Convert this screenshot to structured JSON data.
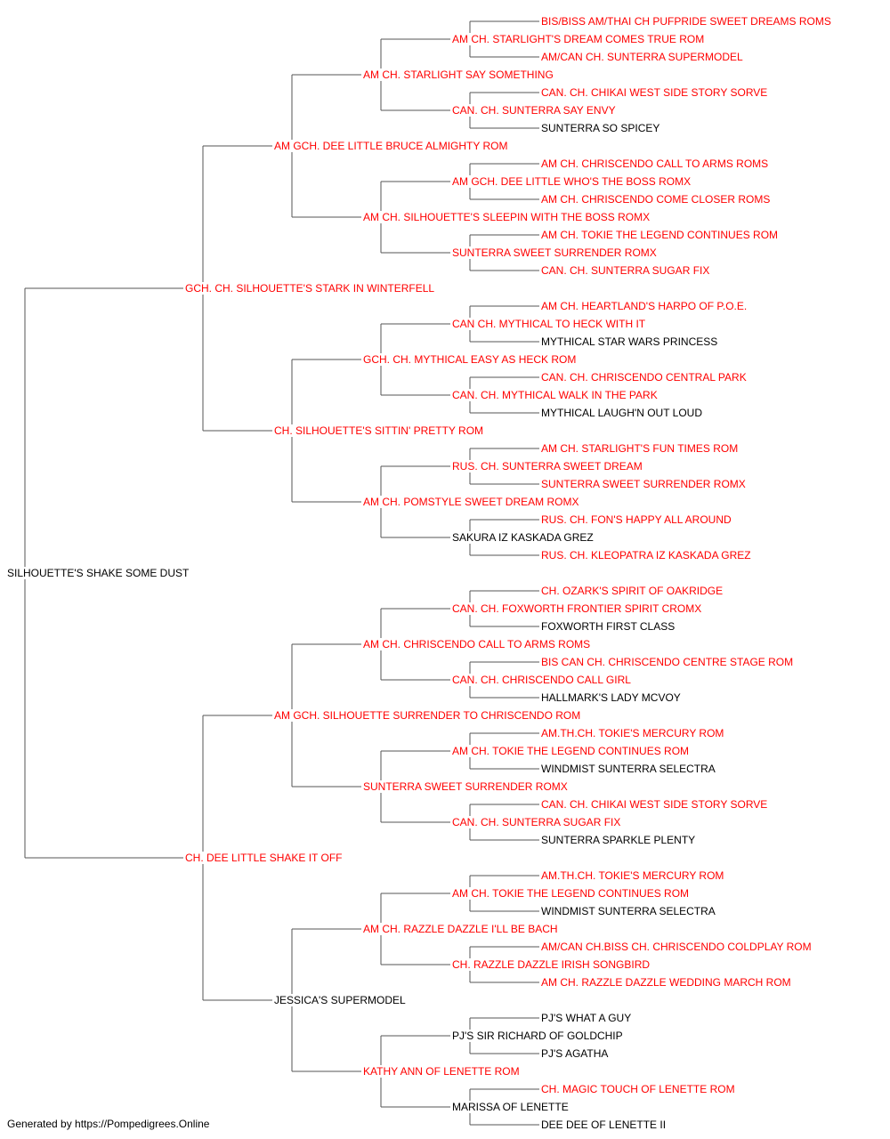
{
  "colors": {
    "champion": "#ff0000",
    "regular": "#000000",
    "connector": "#555555"
  },
  "pedigree": {
    "name": "SILHOUETTE'S SHAKE SOME DUST",
    "champion": false,
    "sire": {
      "name": "GCH. CH. SILHOUETTE'S STARK IN WINTERFELL",
      "champion": true,
      "sire": {
        "name": "AM GCH. DEE LITTLE BRUCE ALMIGHTY ROM",
        "champion": true,
        "sire": {
          "name": "AM CH. STARLIGHT SAY SOMETHING",
          "champion": true,
          "sire": {
            "name": "AM CH. STARLIGHT'S DREAM COMES TRUE ROM",
            "champion": true,
            "sire": {
              "name": "BIS/BISS AM/THAI CH PUFPRIDE SWEET DREAMS ROMS",
              "champion": true
            },
            "dam": {
              "name": "AM/CAN CH. SUNTERRA SUPERMODEL",
              "champion": true
            }
          },
          "dam": {
            "name": "CAN. CH. SUNTERRA SAY ENVY",
            "champion": true,
            "sire": {
              "name": "CAN. CH. CHIKAI WEST SIDE STORY SORVE",
              "champion": true
            },
            "dam": {
              "name": "SUNTERRA SO SPICEY",
              "champion": false
            }
          }
        },
        "dam": {
          "name": "AM CH. SILHOUETTE'S SLEEPIN WITH THE BOSS ROMX",
          "champion": true,
          "sire": {
            "name": "AM GCH. DEE LITTLE WHO'S THE BOSS ROMX",
            "champion": true,
            "sire": {
              "name": "AM CH. CHRISCENDO CALL TO ARMS ROMS",
              "champion": true
            },
            "dam": {
              "name": "AM CH. CHRISCENDO COME CLOSER ROMS",
              "champion": true
            }
          },
          "dam": {
            "name": "SUNTERRA SWEET SURRENDER ROMX",
            "champion": true,
            "sire": {
              "name": "AM CH. TOKIE THE LEGEND CONTINUES ROM",
              "champion": true
            },
            "dam": {
              "name": "CAN. CH. SUNTERRA SUGAR FIX",
              "champion": true
            }
          }
        }
      },
      "dam": {
        "name": "CH. SILHOUETTE'S SITTIN' PRETTY ROM",
        "champion": true,
        "sire": {
          "name": "GCH. CH. MYTHICAL EASY AS HECK ROM",
          "champion": true,
          "sire": {
            "name": "CAN CH. MYTHICAL TO HECK WITH IT",
            "champion": true,
            "sire": {
              "name": "AM CH. HEARTLAND'S HARPO OF P.O.E.",
              "champion": true
            },
            "dam": {
              "name": "MYTHICAL STAR WARS PRINCESS",
              "champion": false
            }
          },
          "dam": {
            "name": "CAN. CH. MYTHICAL WALK IN THE PARK",
            "champion": true,
            "sire": {
              "name": "CAN. CH. CHRISCENDO CENTRAL PARK",
              "champion": true
            },
            "dam": {
              "name": "MYTHICAL LAUGH'N OUT LOUD",
              "champion": false
            }
          }
        },
        "dam": {
          "name": "AM CH. POMSTYLE SWEET DREAM ROMX",
          "champion": true,
          "sire": {
            "name": "RUS. CH. SUNTERRA SWEET DREAM",
            "champion": true,
            "sire": {
              "name": "AM CH. STARLIGHT'S FUN TIMES ROM",
              "champion": true
            },
            "dam": {
              "name": "SUNTERRA SWEET SURRENDER ROMX",
              "champion": true
            }
          },
          "dam": {
            "name": "SAKURA IZ KASKADA GREZ",
            "champion": false,
            "sire": {
              "name": "RUS. CH. FON'S HAPPY ALL AROUND",
              "champion": true
            },
            "dam": {
              "name": "RUS. CH. KLEOPATRA IZ KASKADA GREZ",
              "champion": true
            }
          }
        }
      }
    },
    "dam": {
      "name": "CH. DEE LITTLE SHAKE IT OFF",
      "champion": true,
      "sire": {
        "name": "AM GCH. SILHOUETTE SURRENDER TO CHRISCENDO ROM",
        "champion": true,
        "sire": {
          "name": "AM CH. CHRISCENDO CALL TO ARMS ROMS",
          "champion": true,
          "sire": {
            "name": "CAN. CH. FOXWORTH FRONTIER SPIRIT CROMX",
            "champion": true,
            "sire": {
              "name": "CH. OZARK'S SPIRIT OF OAKRIDGE",
              "champion": true
            },
            "dam": {
              "name": "FOXWORTH FIRST CLASS",
              "champion": false
            }
          },
          "dam": {
            "name": "CAN. CH. CHRISCENDO CALL GIRL",
            "champion": true,
            "sire": {
              "name": "BIS CAN CH. CHRISCENDO CENTRE STAGE ROM",
              "champion": true
            },
            "dam": {
              "name": "HALLMARK'S LADY MCVOY",
              "champion": false
            }
          }
        },
        "dam": {
          "name": "SUNTERRA SWEET SURRENDER ROMX",
          "champion": true,
          "sire": {
            "name": "AM CH. TOKIE THE LEGEND CONTINUES ROM",
            "champion": true,
            "sire": {
              "name": "AM.TH.CH. TOKIE'S MERCURY ROM",
              "champion": true
            },
            "dam": {
              "name": "WINDMIST SUNTERRA SELECTRA",
              "champion": false
            }
          },
          "dam": {
            "name": "CAN. CH. SUNTERRA SUGAR FIX",
            "champion": true,
            "sire": {
              "name": "CAN. CH. CHIKAI WEST SIDE STORY SORVE",
              "champion": true
            },
            "dam": {
              "name": "SUNTERRA SPARKLE PLENTY",
              "champion": false
            }
          }
        }
      },
      "dam": {
        "name": "JESSICA'S SUPERMODEL",
        "champion": false,
        "sire": {
          "name": "AM CH. RAZZLE DAZZLE I'LL BE BACH",
          "champion": true,
          "sire": {
            "name": "AM CH. TOKIE THE LEGEND CONTINUES ROM",
            "champion": true,
            "sire": {
              "name": "AM.TH.CH. TOKIE'S MERCURY ROM",
              "champion": true
            },
            "dam": {
              "name": "WINDMIST SUNTERRA SELECTRA",
              "champion": false
            }
          },
          "dam": {
            "name": "CH. RAZZLE DAZZLE IRISH SONGBIRD",
            "champion": true,
            "sire": {
              "name": "AM/CAN CH.BISS CH. CHRISCENDO COLDPLAY ROM",
              "champion": true
            },
            "dam": {
              "name": "AM CH. RAZZLE DAZZLE WEDDING MARCH ROM",
              "champion": true
            }
          }
        },
        "dam": {
          "name": "KATHY ANN OF LENETTE ROM",
          "champion": true,
          "sire": {
            "name": "PJ'S SIR RICHARD OF GOLDCHIP",
            "champion": false,
            "sire": {
              "name": "PJ'S WHAT A GUY",
              "champion": false
            },
            "dam": {
              "name": "PJ'S AGATHA",
              "champion": false
            }
          },
          "dam": {
            "name": "MARISSA OF LENETTE",
            "champion": false,
            "sire": {
              "name": "CH. MAGIC TOUCH OF LENETTE ROM",
              "champion": true
            },
            "dam": {
              "name": "DEE DEE OF LENETTE II",
              "champion": false
            }
          }
        }
      }
    }
  },
  "footer": "Generated by https://Pompedigrees.Online"
}
